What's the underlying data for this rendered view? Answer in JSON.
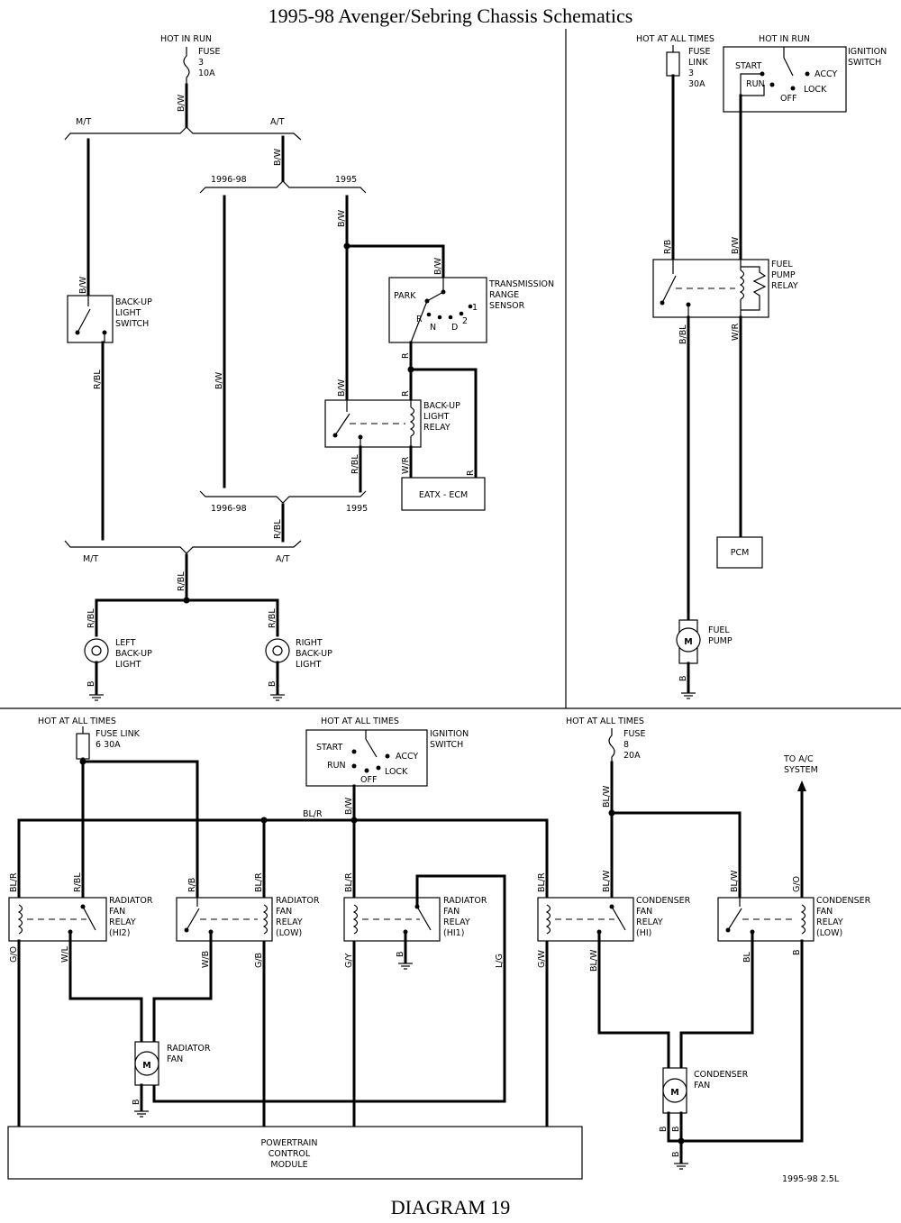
{
  "title": "1995-98 Avenger/Sebring Chassis Schematics",
  "footer": {
    "caption": "DIAGRAM 19",
    "engine": "1995-98 2.5L"
  },
  "backup": {
    "hot_in_run": "HOT IN RUN",
    "fuse": [
      "FUSE",
      "3",
      "10A"
    ],
    "mt": "M/T",
    "at": "A/T",
    "y9698": "1996-98",
    "y95": "1995",
    "switch": [
      "BACK-UP",
      "LIGHT",
      "SWITCH"
    ],
    "trs": [
      "TRANSMISSION",
      "RANGE",
      "SENSOR"
    ],
    "trs_pos": {
      "park": "PARK",
      "r": "R",
      "n": "N",
      "d": "D",
      "two": "2",
      "one": "1"
    },
    "relay": [
      "BACK-UP",
      "LIGHT",
      "RELAY"
    ],
    "ecm": "EATX - ECM",
    "left_lamp": [
      "LEFT",
      "BACK-UP",
      "LIGHT"
    ],
    "right_lamp": [
      "RIGHT",
      "BACK-UP",
      "LIGHT"
    ],
    "wires": {
      "bw": "B/W",
      "rbl": "R/BL",
      "r": "R",
      "wr": "W/R",
      "b": "B"
    }
  },
  "fuelpump": {
    "hot_all": "HOT AT ALL TIMES",
    "hot_run": "HOT IN RUN",
    "fuse": [
      "FUSE",
      "LINK",
      "3",
      "30A"
    ],
    "ign": [
      "IGNITION",
      "SWITCH"
    ],
    "ign_pos": {
      "start": "START",
      "run": "RUN",
      "off": "OFF",
      "accy": "ACCY",
      "lock": "LOCK"
    },
    "relay": [
      "FUEL",
      "PUMP",
      "RELAY"
    ],
    "pcm": "PCM",
    "pump": [
      "FUEL",
      "PUMP"
    ],
    "motor": "M",
    "wires": {
      "rb": "R/B",
      "bw": "B/W",
      "bbl": "B/BL",
      "wr": "W/R",
      "b": "B"
    }
  },
  "cooling": {
    "hot_all": "HOT AT ALL TIMES",
    "fuse_link": [
      "FUSE LINK",
      "6 30A"
    ],
    "ign": [
      "IGNITION",
      "SWITCH"
    ],
    "ign_pos": {
      "start": "START",
      "run": "RUN",
      "off": "OFF",
      "accy": "ACCY",
      "lock": "LOCK"
    },
    "fuse8": [
      "FUSE",
      "8",
      "20A"
    ],
    "to_ac": [
      "TO A/C",
      "SYSTEM"
    ],
    "rad_hi2": [
      "RADIATOR",
      "FAN",
      "RELAY",
      "(HI2)"
    ],
    "rad_low": [
      "RADIATOR",
      "FAN",
      "RELAY",
      "(LOW)"
    ],
    "rad_hi1": [
      "RADIATOR",
      "FAN",
      "RELAY",
      "(HI1)"
    ],
    "cond_hi": [
      "CONDENSER",
      "FAN",
      "RELAY",
      "(HI)"
    ],
    "cond_low": [
      "CONDENSER",
      "FAN",
      "RELAY",
      "(LOW)"
    ],
    "rad_fan": [
      "RADIATOR",
      "FAN"
    ],
    "cond_fan": [
      "CONDENSER",
      "FAN"
    ],
    "pcm": [
      "POWERTRAIN",
      "CONTROL",
      "MODULE"
    ],
    "motor": "M",
    "wires": {
      "blr": "BL/R",
      "bw": "B/W",
      "rbl": "R/BL",
      "rb": "R/B",
      "blw": "BL/W",
      "go": "G/O",
      "wl": "W/L",
      "wb": "W/B",
      "gb": "G/B",
      "gy": "G/Y",
      "lg": "L/G",
      "gw": "G/W",
      "bl": "BL",
      "b": "B"
    }
  }
}
